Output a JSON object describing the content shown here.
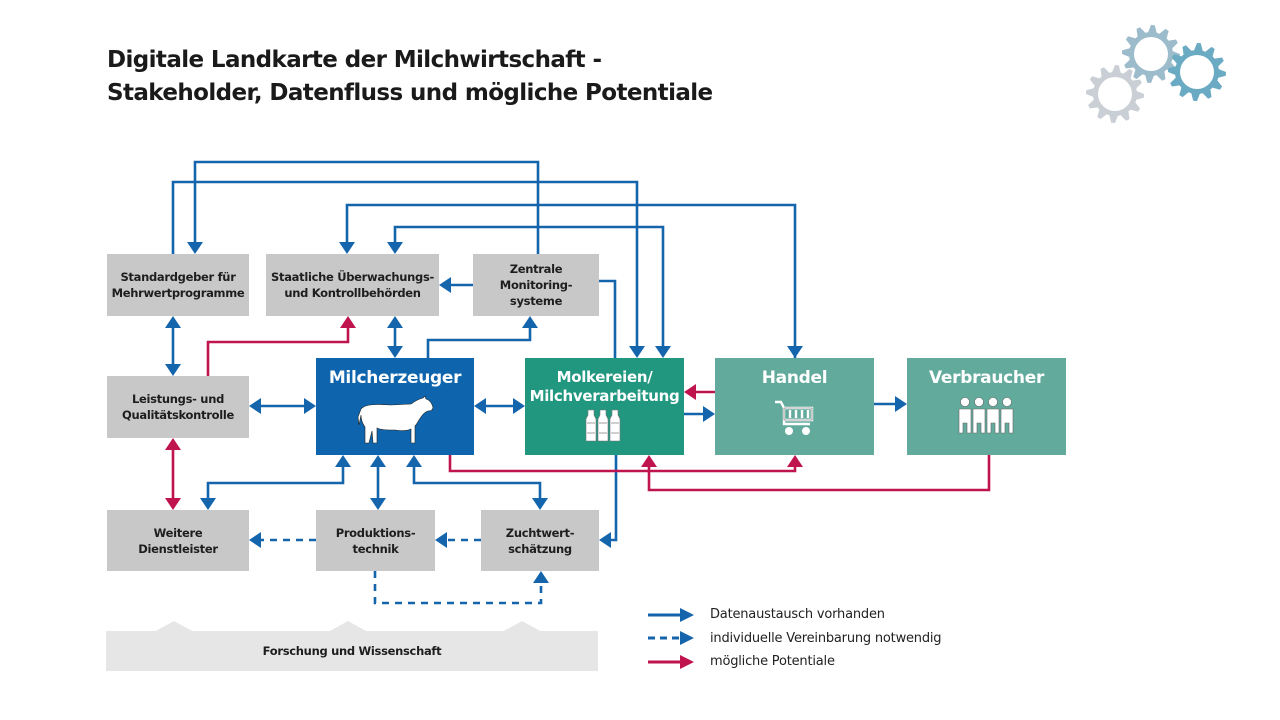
{
  "title": {
    "line1": "Digitale Landkarte der Milchwirtschaft -",
    "line2": "Stakeholder, Datenfluss und mögliche Potentiale"
  },
  "decoration": {
    "icon": "gears-icon",
    "colors": [
      "#c9cfd4",
      "#9dbccb",
      "#6aaac3"
    ]
  },
  "colors": {
    "data_exchange": "#1565ad",
    "potential": "#c0144f",
    "gray_box": "#c8c8c8",
    "milcherzeuger": "#0e64ad",
    "molkereien": "#21977f",
    "handel": "#62ab9c",
    "verbraucher": "#62ab9c",
    "research_band": "#e6e6e6"
  },
  "nodes": {
    "standardgeber": {
      "lines": [
        "Standardgeber für",
        "Mehrwertprogramme"
      ]
    },
    "staatliche": {
      "lines": [
        "Staatliche Überwachungs-",
        "und Kontrollbehörden"
      ]
    },
    "zentrale": {
      "lines": [
        "Zentrale",
        "Monitoring-",
        "systeme"
      ]
    },
    "leistungs": {
      "lines": [
        "Leistungs- und",
        "Qualitätskontrolle"
      ]
    },
    "milcherzeuger": {
      "lines": [
        "Milcherzeuger"
      ],
      "icon": "cow-icon"
    },
    "molkereien": {
      "lines": [
        "Molkereien/",
        "Milchverarbeitung"
      ],
      "icon": "milk-bottles-icon"
    },
    "handel": {
      "lines": [
        "Handel"
      ],
      "icon": "shopping-cart-icon"
    },
    "verbraucher": {
      "lines": [
        "Verbraucher"
      ],
      "icon": "people-icon"
    },
    "weitere": {
      "lines": [
        "Weitere",
        "Dienstleister"
      ]
    },
    "produktion": {
      "lines": [
        "Produktions-",
        "technik"
      ]
    },
    "zuchtwert": {
      "lines": [
        "Zuchtwert-",
        "schätzung"
      ]
    },
    "forschung": {
      "lines": [
        "Forschung und Wissenschaft"
      ]
    }
  },
  "connections": [
    {
      "from": "zentrale",
      "to": "standardgeber",
      "type": "data_exchange"
    },
    {
      "from": "standardgeber",
      "to": "molkereien",
      "type": "data_exchange"
    },
    {
      "from": "handel",
      "to": "staatliche",
      "type": "data_exchange"
    },
    {
      "from": "molkereien",
      "to": "staatliche",
      "type": "data_exchange"
    },
    {
      "from": "zentrale",
      "to": "staatliche",
      "type": "data_exchange"
    },
    {
      "from": "zentrale",
      "to": "molkereien",
      "type": "data_exchange"
    },
    {
      "from": "milcherzeuger",
      "to": "zentrale",
      "type": "data_exchange"
    },
    {
      "from": "staatliche",
      "to": "milcherzeuger",
      "type": "data_exchange",
      "bidirectional": true
    },
    {
      "from": "standardgeber",
      "to": "leistungs",
      "type": "data_exchange",
      "bidirectional": true
    },
    {
      "from": "leistungs",
      "to": "milcherzeuger",
      "type": "data_exchange",
      "bidirectional": true
    },
    {
      "from": "milcherzeuger",
      "to": "molkereien",
      "type": "data_exchange",
      "bidirectional": true
    },
    {
      "from": "molkereien",
      "to": "handel",
      "type": "data_exchange"
    },
    {
      "from": "handel",
      "to": "verbraucher",
      "type": "data_exchange"
    },
    {
      "from": "milcherzeuger",
      "to": "weitere",
      "type": "data_exchange",
      "bidirectional": true
    },
    {
      "from": "milcherzeuger",
      "to": "produktion",
      "type": "data_exchange",
      "bidirectional": true
    },
    {
      "from": "milcherzeuger",
      "to": "zuchtwert",
      "type": "data_exchange",
      "bidirectional": true
    },
    {
      "from": "molkereien",
      "to": "zuchtwert",
      "type": "data_exchange"
    },
    {
      "from": "produktion",
      "to": "weitere",
      "type": "individual_agreement"
    },
    {
      "from": "zuchtwert",
      "to": "produktion",
      "type": "individual_agreement"
    },
    {
      "from": "produktion",
      "to": "zuchtwert",
      "type": "individual_agreement"
    },
    {
      "from": "leistungs",
      "to": "staatliche",
      "type": "potential"
    },
    {
      "from": "leistungs",
      "to": "weitere",
      "type": "potential",
      "bidirectional": true
    },
    {
      "from": "handel",
      "to": "molkereien",
      "type": "potential"
    },
    {
      "from": "milcherzeuger",
      "to": "handel",
      "type": "potential"
    },
    {
      "from": "verbraucher",
      "to": "molkereien",
      "type": "potential"
    }
  ],
  "legend": [
    {
      "style": "solid-blue",
      "label": "Datenaustausch vorhanden"
    },
    {
      "style": "dashed-blue",
      "label": "individuelle Vereinbarung notwendig"
    },
    {
      "style": "solid-red",
      "label": "mögliche Potentiale"
    }
  ]
}
